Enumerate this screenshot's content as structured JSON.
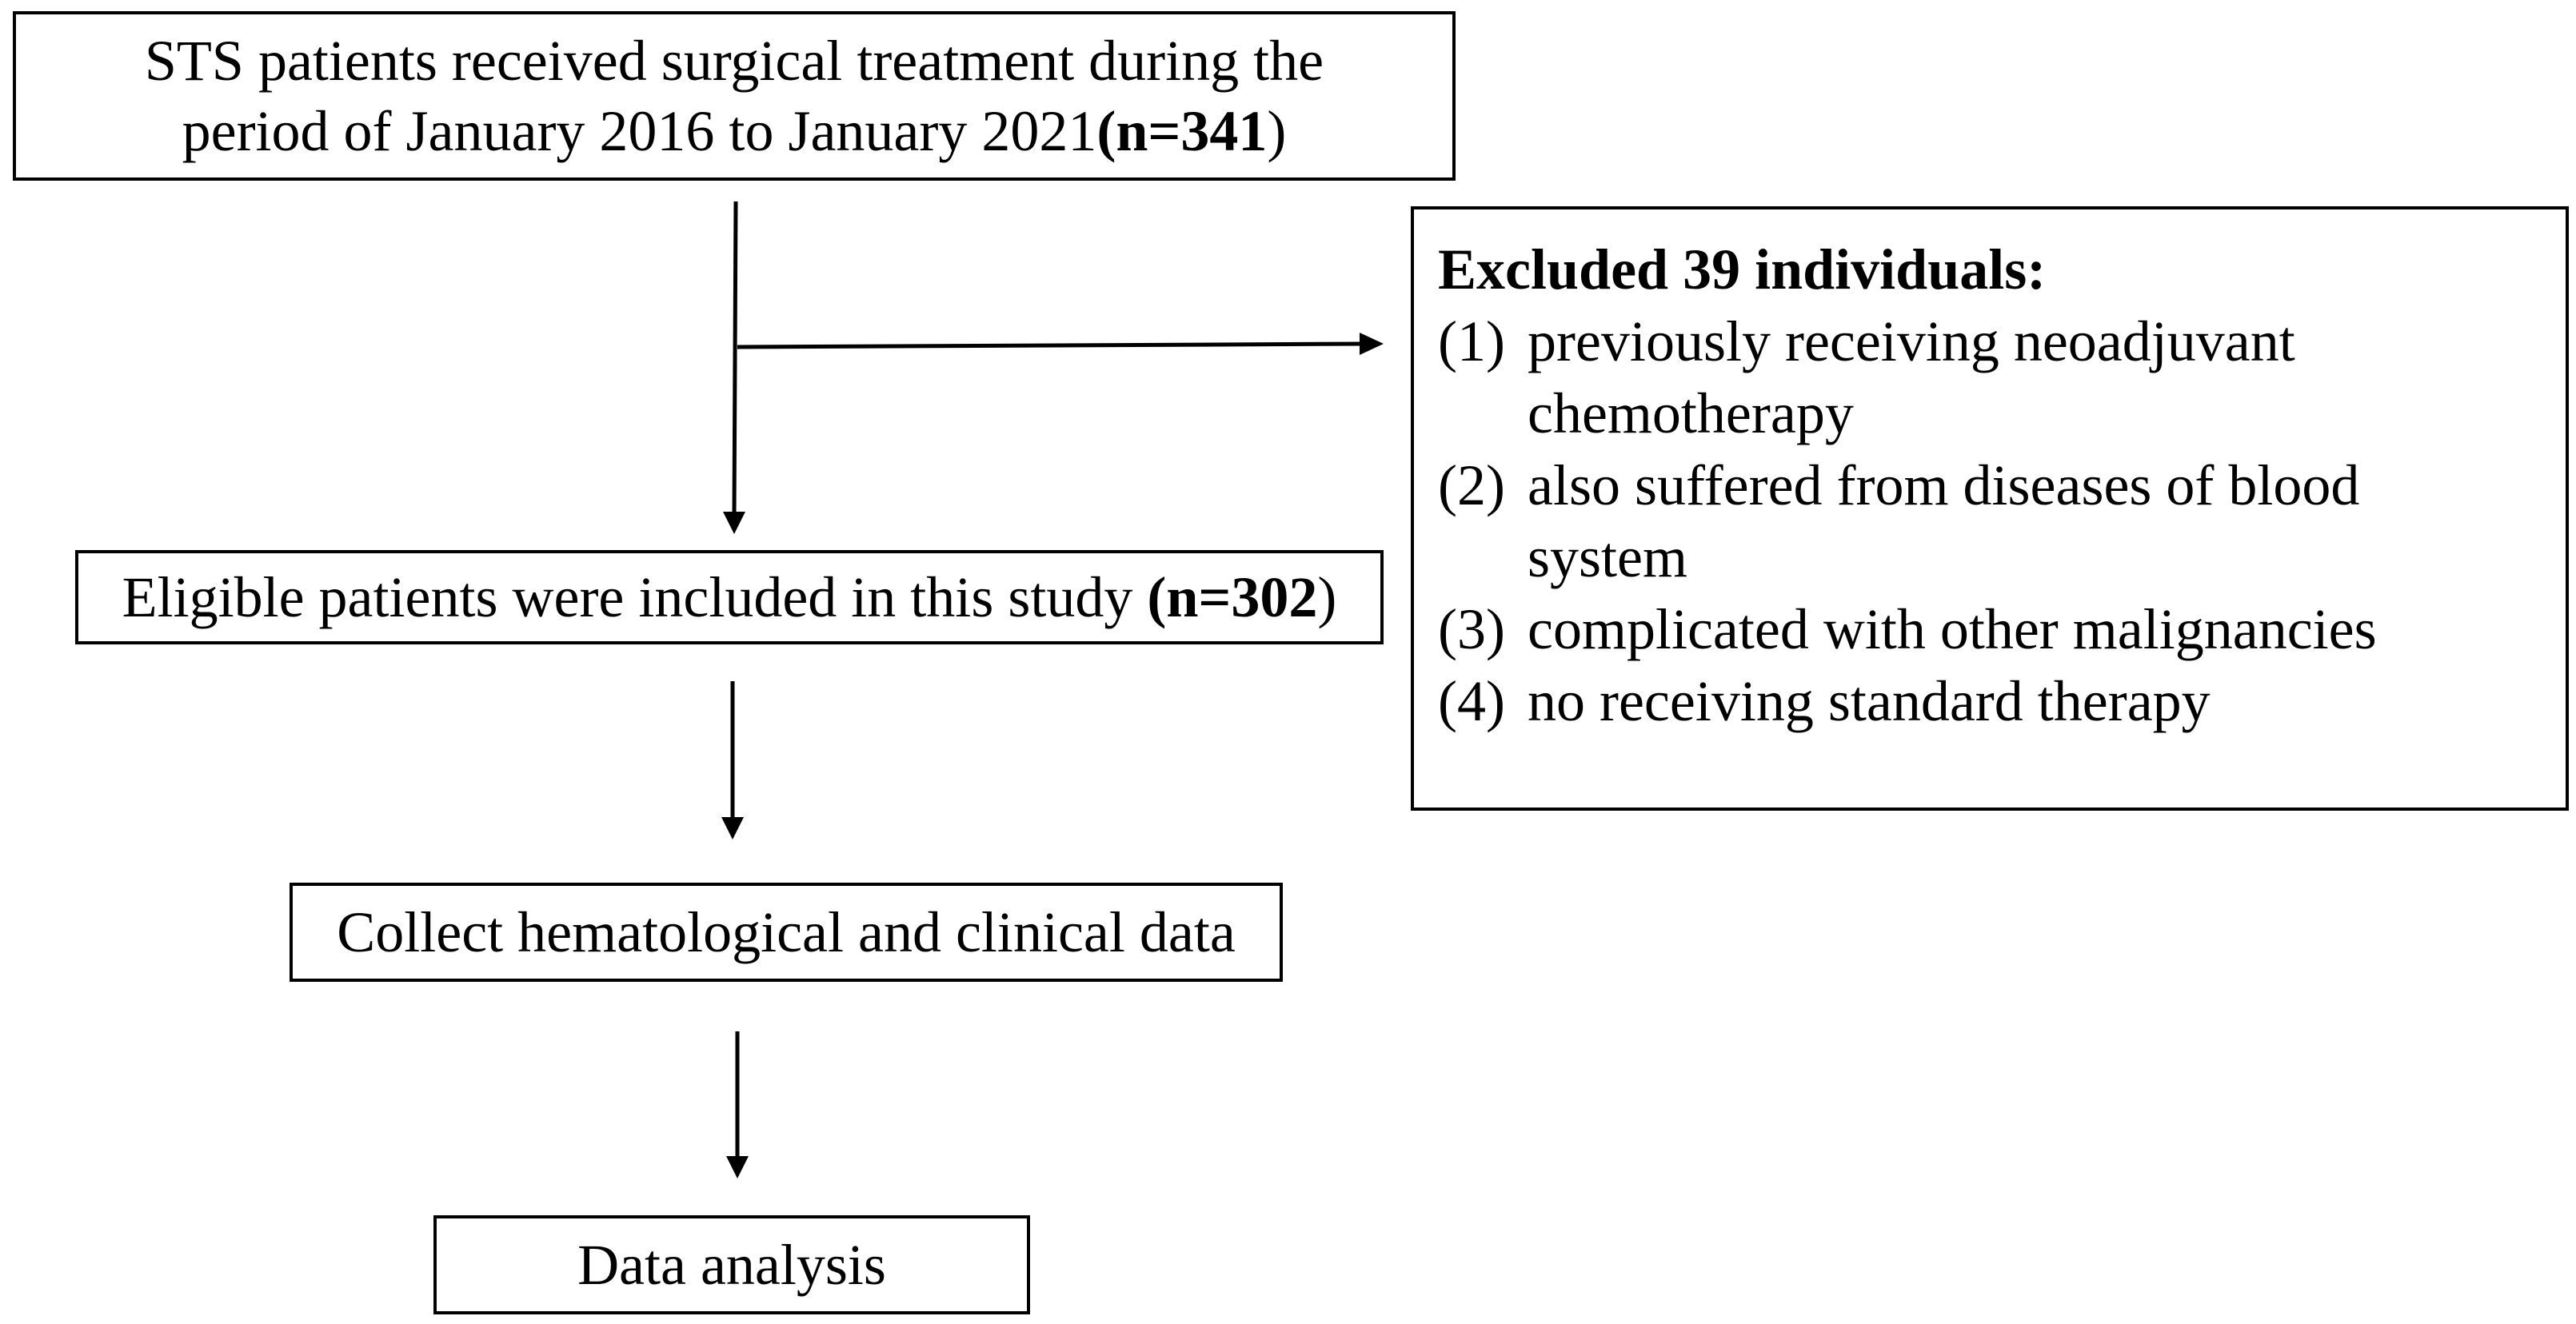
{
  "flow": {
    "start": {
      "line1": "STS patients received surgical treatment during the",
      "line2_prefix": "period of January 2016 to January 2021",
      "line2_bold": "(n=341",
      "line2_suffix": ")"
    },
    "eligible": {
      "prefix": "Eligible patients were included in this study ",
      "bold": "(n=302",
      "suffix": ")"
    },
    "collect": {
      "label": "Collect hematological and clinical data"
    },
    "analysis": {
      "label": "Data analysis"
    },
    "excluded": {
      "title": "Excluded 39 individuals:",
      "items": [
        {
          "num": "(1)",
          "line1": "previously receiving neoadjuvant",
          "line2": "chemotherapy"
        },
        {
          "num": "(2)",
          "line1": "also suffered from diseases of blood",
          "line2": "system"
        },
        {
          "num": "(3)",
          "line1": "complicated with other malignancies"
        },
        {
          "num": "(4)",
          "line1": "no receiving standard therapy"
        }
      ]
    }
  }
}
